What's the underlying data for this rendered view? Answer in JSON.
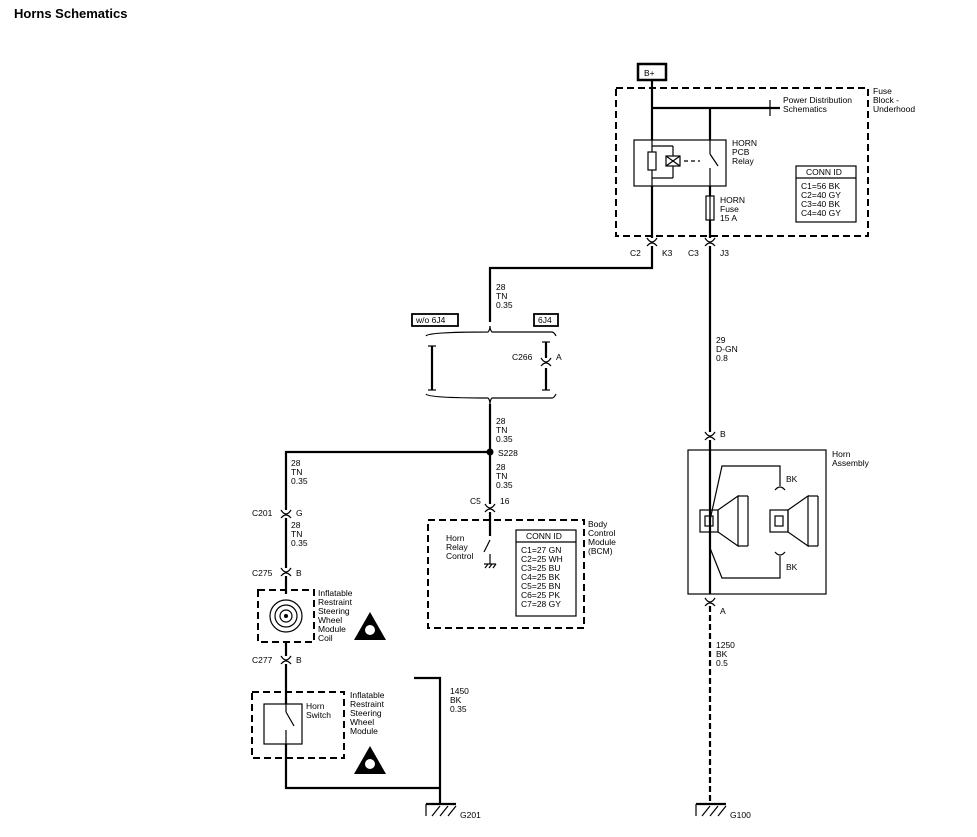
{
  "title": "Horns Schematics",
  "power": "B+",
  "fuse_block": {
    "label_1": "Fuse",
    "label_2": "Block -",
    "label_3": "Underhood",
    "pds_1": "Power Distribution",
    "pds_2": "Schematics"
  },
  "relay": {
    "l1": "HORN",
    "l2": "PCB",
    "l3": "Relay"
  },
  "fuse": {
    "l1": "HORN",
    "l2": "Fuse",
    "l3": "15 A"
  },
  "conn_fuse": {
    "title": "CONN ID",
    "rows": [
      "C1=56 BK",
      "C2=40 GY",
      "C3=40 BK",
      "C4=40 GY"
    ]
  },
  "pins_top": {
    "c2": "C2",
    "k3": "K3",
    "c3": "C3",
    "j3": "J3"
  },
  "wire_tn_1": [
    "28",
    "TN",
    "0.35"
  ],
  "option_left": "w/o 6J4",
  "option_right": "6J4",
  "c266": {
    "name": "C266",
    "pin": "A"
  },
  "wire_tn_2": [
    "28",
    "TN",
    "0.35"
  ],
  "splice": "S228",
  "wire_tn_3": [
    "28",
    "TN",
    "0.35"
  ],
  "wire_tn_4": [
    "28",
    "TN",
    "0.35"
  ],
  "wire_tn_5": [
    "28",
    "TN",
    "0.35"
  ],
  "wire_dgn": [
    "29",
    "D-GN",
    "0.8"
  ],
  "c5": {
    "name": "C5",
    "pin": "16"
  },
  "bcm": {
    "l1": "Body",
    "l2": "Control",
    "l3": "Module",
    "l4": "(BCM)",
    "ctrl1": "Horn",
    "ctrl2": "Relay",
    "ctrl3": "Control"
  },
  "conn_bcm": {
    "title": "CONN ID",
    "rows": [
      "C1=27 GN",
      "C2=25 WH",
      "C3=25 BU",
      "C4=25 BK",
      "C5=25 BN",
      "C6=25 PK",
      "C7=28 GY"
    ]
  },
  "c201": {
    "name": "C201",
    "pin": "G"
  },
  "c275": {
    "name": "C275",
    "pin": "B"
  },
  "c277": {
    "name": "C277",
    "pin": "B"
  },
  "coil": {
    "l1": "Inflatable",
    "l2": "Restraint",
    "l3": "Steering",
    "l4": "Wheel",
    "l5": "Module",
    "l6": "Coil"
  },
  "module": {
    "l1": "Inflatable",
    "l2": "Restraint",
    "l3": "Steering",
    "l4": "Wheel",
    "l5": "Module"
  },
  "horn_switch": {
    "l1": "Horn",
    "l2": "Switch"
  },
  "wire_bk_1": [
    "1450",
    "BK",
    "0.35"
  ],
  "horn_assembly": {
    "l1": "Horn",
    "l2": "Assembly",
    "pin_b": "B",
    "pin_a": "A",
    "bk_top": "BK",
    "bk_bot": "BK"
  },
  "wire_bk_2": [
    "1250",
    "BK",
    "0.5"
  ],
  "ground_1": "G201",
  "ground_2": "G100"
}
